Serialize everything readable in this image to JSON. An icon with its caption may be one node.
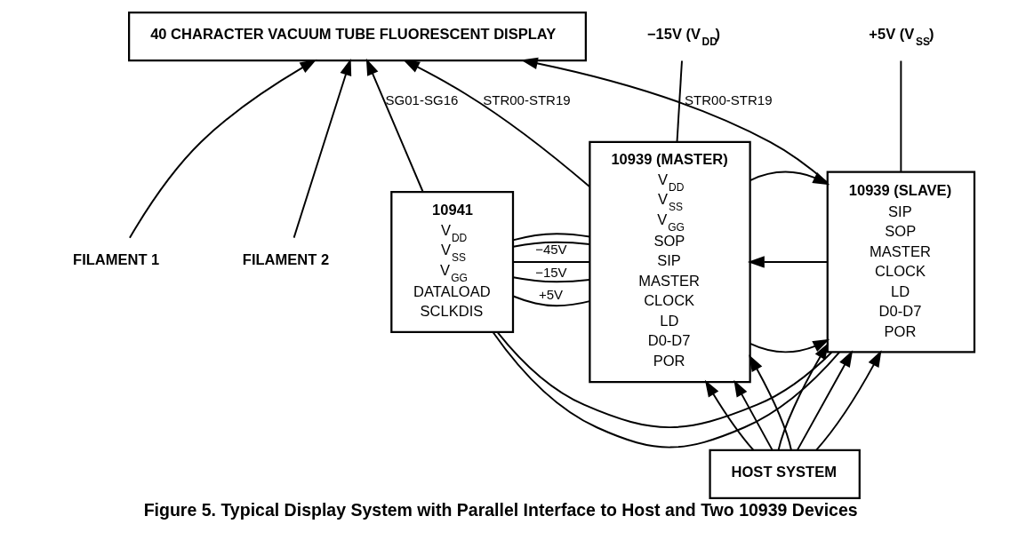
{
  "diagram": {
    "caption": "Figure 5. Typical Display System with Parallel Interface to Host and Two 10939 Devices",
    "nodes": [
      {
        "text": [
          "40 CHARACTER VACUUM TUBE FLUORESCENT DISPLAY"
        ]
      },
      {
        "text": [
          "FILAMENT 1"
        ]
      },
      {
        "text": [
          "FILAMENT 2"
        ]
      },
      {
        "text": [
          "10941",
          "V$_{DD}$",
          "V$_{SS}$",
          "V$_{GG}$",
          "DATALOAD",
          "SCLKDIS"
        ]
      },
      {
        "text": [
          "10939 (MASTER)",
          "V$_{DD}$",
          "V$_{SS}$",
          "V$_{GG}$",
          "SOP",
          "SIP",
          "MASTER",
          "CLOCK",
          "LD",
          "D0-D7",
          "POR"
        ]
      },
      {
        "text": [
          "10939 (SLAVE)",
          "SIP",
          "SOP",
          "MASTER",
          "CLOCK",
          "LD",
          "D0-D7",
          "POR"
        ]
      },
      {
        "text": [
          "−15V (V$_{DD}$)"
        ]
      },
      {
        "text": [
          "+5V (V$_{SS}$)"
        ]
      },
      {
        "text": [
          "HOST SYSTEM"
        ]
      }
    ],
    "edges": [
      {
        "from": 1,
        "to": 0,
        "arrow": "to"
      },
      {
        "from": 2,
        "to": 0,
        "arrow": "to"
      },
      {
        "from": 3,
        "to": 0,
        "arrow": "to",
        "label": "SG01-SG16"
      },
      {
        "from": 4,
        "to": 0,
        "arrow": "to",
        "label": "STR00-STR19"
      },
      {
        "from": 5,
        "to": 0,
        "arrow": "to",
        "label": "STR00-STR19"
      },
      {
        "from": 3,
        "to": 4,
        "arrow": "none",
        "label": "−15V"
      },
      {
        "from": 3,
        "to": 4,
        "arrow": "none",
        "label": "+5V"
      },
      {
        "from": 3,
        "to": 4,
        "arrow": "none",
        "label": "−45V"
      },
      {
        "from": 3,
        "to": 4,
        "arrow": "none"
      },
      {
        "from": 3,
        "to": 5,
        "arrow": "none"
      },
      {
        "from": 3,
        "to": 4,
        "arrow": "none"
      },
      {
        "from": 3,
        "to": 5,
        "arrow": "none"
      },
      {
        "from": 4,
        "to": 5,
        "arrow": "to"
      },
      {
        "from": 5,
        "to": 4,
        "arrow": "to"
      },
      {
        "from": 4,
        "to": 6,
        "arrow": "none"
      },
      {
        "from": 4,
        "to": 5,
        "arrow": "to"
      },
      {
        "from": 5,
        "to": 7,
        "arrow": "none"
      },
      {
        "from": 8,
        "to": 4,
        "arrow": "to"
      },
      {
        "from": 8,
        "to": 4,
        "arrow": "to"
      },
      {
        "from": 8,
        "to": 4,
        "arrow": "to"
      },
      {
        "from": 8,
        "to": 5,
        "arrow": "to"
      },
      {
        "from": 8,
        "to": 5,
        "arrow": "to"
      },
      {
        "from": 8,
        "to": 5,
        "arrow": "to"
      }
    ]
  }
}
